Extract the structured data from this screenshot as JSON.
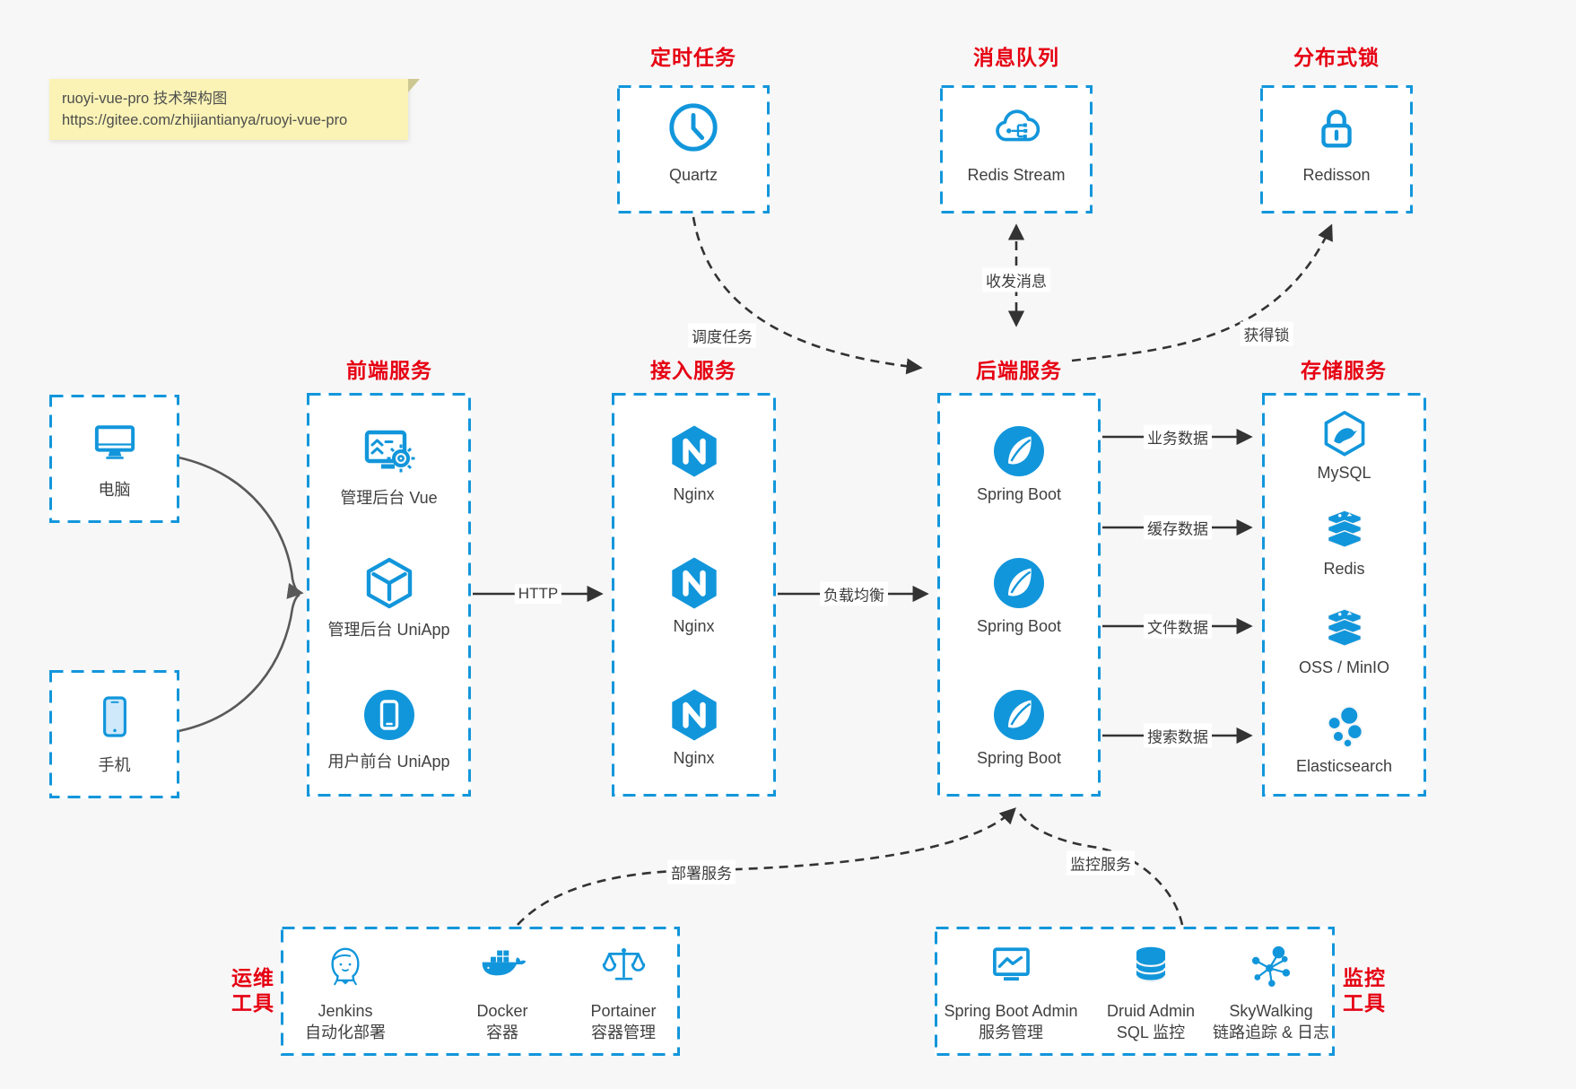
{
  "note": {
    "line1": "ruoyi-vue-pro 技术架构图",
    "line2": "https://gitee.com/zhijiantianya/ruoyi-vue-pro"
  },
  "colors": {
    "accent": "#1296db",
    "title_red": "#e60012",
    "arrow": "#333333",
    "client_arrow": "#595959",
    "note_bg": "#faf3b5",
    "background": "#f7f7f7",
    "text": "#404040"
  },
  "top_services": [
    {
      "title": "定时任务",
      "label": "Quartz",
      "icon": "clock-icon"
    },
    {
      "title": "消息队列",
      "label": "Redis Stream",
      "icon": "cloud-mq-icon"
    },
    {
      "title": "分布式锁",
      "label": "Redisson",
      "icon": "lock-icon"
    }
  ],
  "clients": [
    {
      "label": "电脑",
      "icon": "desktop-icon"
    },
    {
      "label": "手机",
      "icon": "mobile-icon"
    }
  ],
  "columns": [
    {
      "title": "前端服务",
      "items": [
        {
          "label": "管理后台 Vue",
          "icon": "admin-vue-icon"
        },
        {
          "label": "管理后台 UniApp",
          "icon": "uniapp-cube-icon"
        },
        {
          "label": "用户前台 UniApp",
          "icon": "user-uniapp-icon"
        }
      ]
    },
    {
      "title": "接入服务",
      "items": [
        {
          "label": "Nginx",
          "icon": "nginx-icon"
        },
        {
          "label": "Nginx",
          "icon": "nginx-icon"
        },
        {
          "label": "Nginx",
          "icon": "nginx-icon"
        }
      ]
    },
    {
      "title": "后端服务",
      "items": [
        {
          "label": "Spring Boot",
          "icon": "spring-boot-icon"
        },
        {
          "label": "Spring Boot",
          "icon": "spring-boot-icon"
        },
        {
          "label": "Spring Boot",
          "icon": "spring-boot-icon"
        }
      ]
    },
    {
      "title": "存储服务",
      "items": [
        {
          "label": "MySQL",
          "icon": "mysql-icon"
        },
        {
          "label": "Redis",
          "icon": "redis-icon"
        },
        {
          "label": "OSS / MinIO",
          "icon": "oss-minio-icon"
        },
        {
          "label": "Elasticsearch",
          "icon": "elasticsearch-icon"
        }
      ]
    }
  ],
  "bottom_groups": [
    {
      "title_lines": [
        "运维",
        "工具"
      ],
      "items": [
        {
          "name": "Jenkins",
          "desc": "自动化部署",
          "icon": "jenkins-icon"
        },
        {
          "name": "Docker",
          "desc": "容器",
          "icon": "docker-icon"
        },
        {
          "name": "Portainer",
          "desc": "容器管理",
          "icon": "portainer-icon"
        }
      ]
    },
    {
      "title_lines": [
        "监控",
        "工具"
      ],
      "items": [
        {
          "name": "Spring Boot Admin",
          "desc": "服务管理",
          "icon": "spring-boot-admin-icon"
        },
        {
          "name": "Druid Admin",
          "desc": "SQL 监控",
          "icon": "druid-icon"
        },
        {
          "name": "SkyWalking",
          "desc": "链路追踪 & 日志",
          "icon": "skywalking-icon"
        }
      ]
    }
  ],
  "edges": {
    "http": "HTTP",
    "lb": "负载均衡",
    "biz": "业务数据",
    "cache": "缓存数据",
    "file": "文件数据",
    "search": "搜索数据",
    "schedule": "调度任务",
    "msg": "收发消息",
    "lock": "获得锁",
    "deploy": "部署服务",
    "monitor": "监控服务"
  }
}
